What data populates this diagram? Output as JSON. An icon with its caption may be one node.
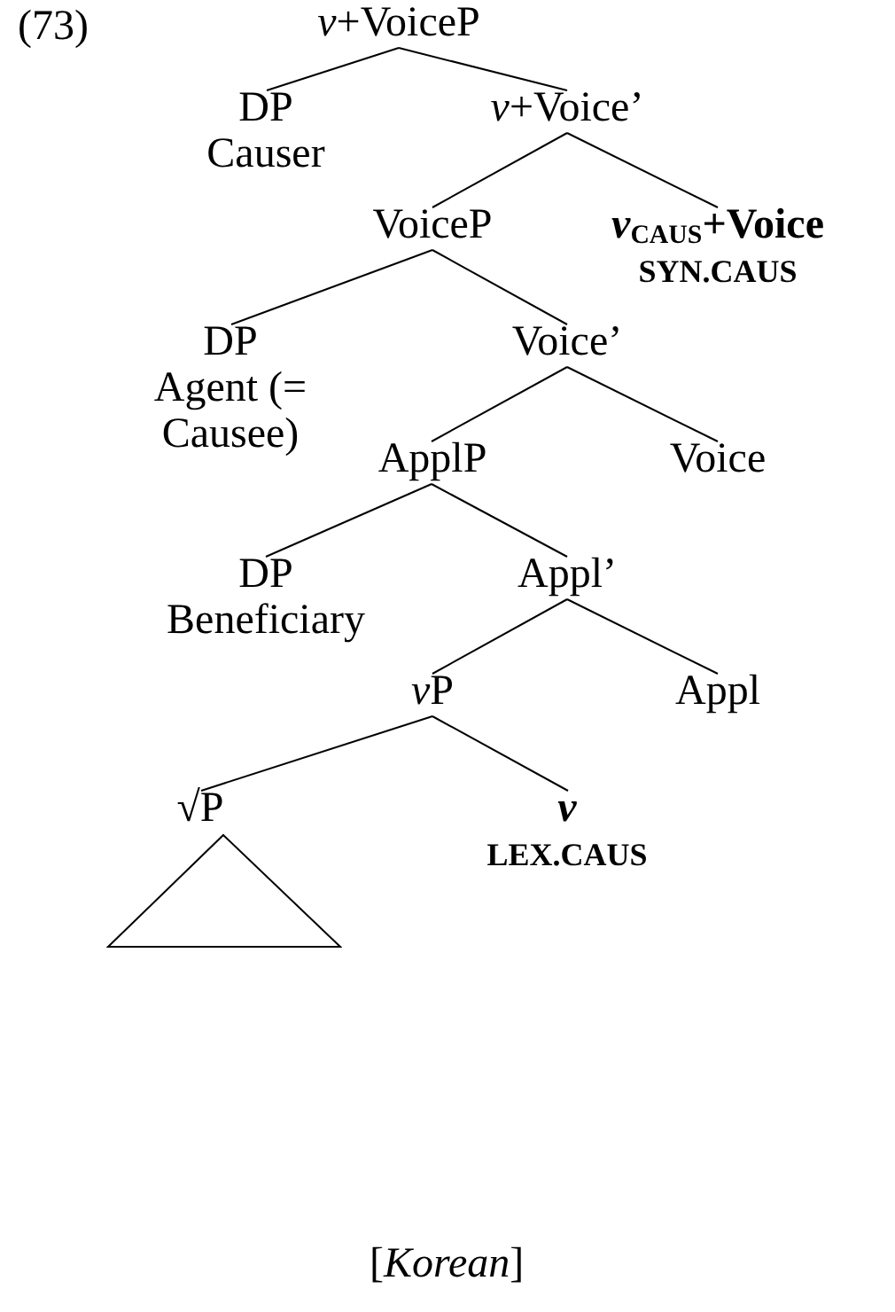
{
  "diagram": {
    "caption": "[*Korean*]",
    "nodes": [
      {
        "text": [
          "*v*+VoiceP"
        ]
      },
      {
        "text": [
          "DP",
          "Causer"
        ]
      },
      {
        "text": [
          "*v*+Voice’"
        ]
      },
      {
        "text": [
          "VoiceP"
        ]
      },
      {
        "text": [
          "*v*$_{CAUS}$+Voice",
          "SYN.CAUS"
        ]
      },
      {
        "text": [
          "DP",
          "Agent (= Causee)"
        ]
      },
      {
        "text": [
          "Voice’"
        ]
      },
      {
        "text": [
          "ApplP"
        ]
      },
      {
        "text": [
          "Voice"
        ]
      },
      {
        "text": [
          "DP",
          "Beneficiary"
        ]
      },
      {
        "text": [
          "Appl’"
        ]
      },
      {
        "text": [
          "vP"
        ]
      },
      {
        "text": [
          "Appl"
        ]
      },
      {
        "text": [
          "√P"
        ]
      },
      {
        "text": [
          "*v*",
          "LEX.CAUS"
        ]
      },
      {
        "text": [],
        "shape": "triangle"
      }
    ],
    "edges": [
      {
        "from": 0,
        "to": 1,
        "arrow": "none"
      },
      {
        "from": 0,
        "to": 2,
        "arrow": "none"
      },
      {
        "from": 2,
        "to": 3,
        "arrow": "none"
      },
      {
        "from": 2,
        "to": 4,
        "arrow": "none"
      },
      {
        "from": 3,
        "to": 5,
        "arrow": "none"
      },
      {
        "from": 3,
        "to": 6,
        "arrow": "none"
      },
      {
        "from": 6,
        "to": 7,
        "arrow": "none"
      },
      {
        "from": 6,
        "to": 8,
        "arrow": "none"
      },
      {
        "from": 7,
        "to": 9,
        "arrow": "none"
      },
      {
        "from": 7,
        "to": 10,
        "arrow": "none"
      },
      {
        "from": 10,
        "to": 11,
        "arrow": "none"
      },
      {
        "from": 10,
        "to": 12,
        "arrow": "none"
      },
      {
        "from": 11,
        "to": 13,
        "arrow": "none"
      },
      {
        "from": 11,
        "to": 14,
        "arrow": "none"
      }
    ],
    "labels": [
      "(73)"
    ]
  }
}
